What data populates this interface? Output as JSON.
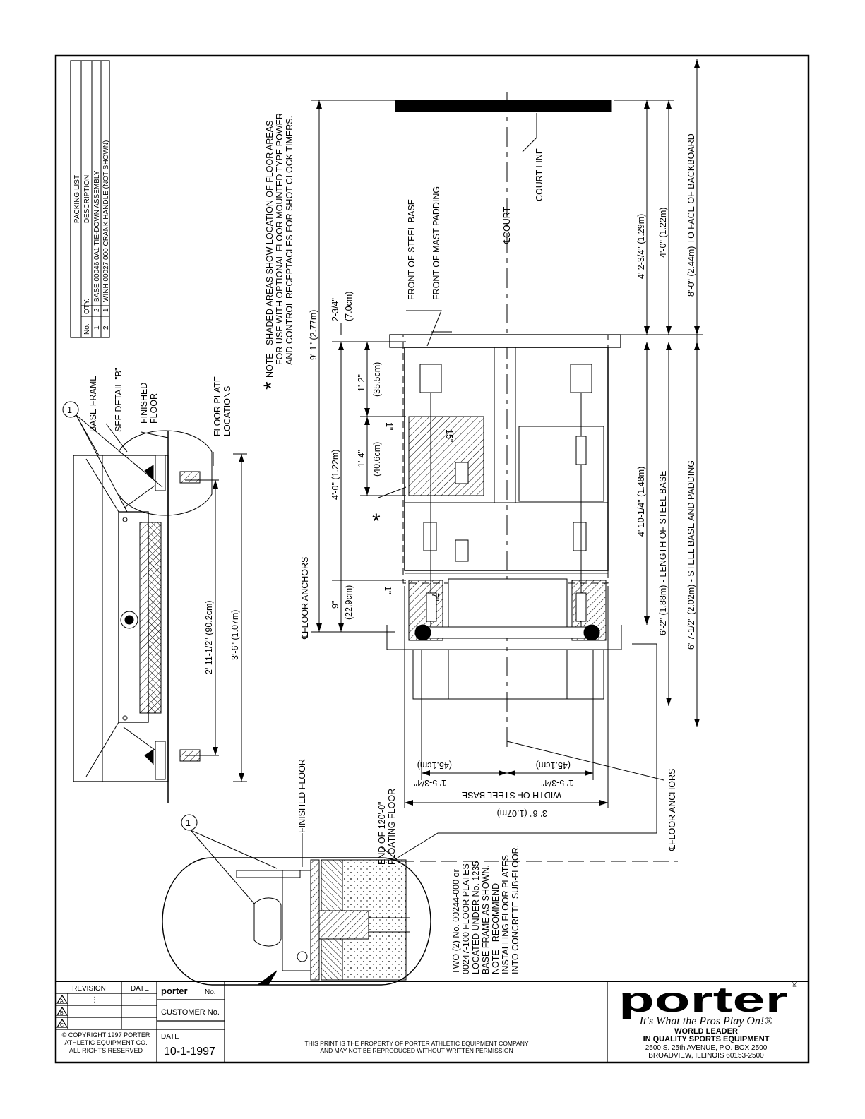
{
  "packing_list": {
    "title": "PACKING LIST",
    "headers": {
      "no": "No.",
      "qty": "QTY.",
      "desc": "DESCRIPTION"
    },
    "rows": [
      {
        "no": "1",
        "qty": "2",
        "desc": "BASE 00046 0A1  TIE-DOWN ASSEMBLY"
      },
      {
        "no": "2",
        "qty": "1",
        "desc": "WINH 00027 000  CRANK HANDLE (NOT SHOWN)"
      }
    ]
  },
  "note": {
    "asterisk": "*",
    "lines": [
      "NOTE - SHADED AREAS SHOW LOCATION OF FLOOR AREAS",
      "FOR USE WITH OPTIONAL FLOOR MOUNTED TYPE POWER",
      "AND CONTROL RECEPTACLES FOR SHOT CLOCK TIMERS."
    ]
  },
  "section_view": {
    "balloon": "1",
    "labels": {
      "base_frame": "BASE FRAME",
      "see_detail": "SEE DETAIL \"B\"",
      "finished_floor_1": "FINISHED",
      "finished_floor_2": "FLOOR",
      "floor_plate_1": "FLOOR PLATE",
      "floor_plate_2": "LOCATIONS"
    },
    "dims": {
      "inner": "2' 11-1/2\" (90.2cm)",
      "outer": "3'-6\" (1.07m)"
    }
  },
  "plan_view": {
    "labels": {
      "court_line": "COURT LINE",
      "court_cl": "℄COURT",
      "front_mast": "FRONT OF MAST PADDING",
      "front_base": "FRONT OF STEEL BASE",
      "floor_anchors_top": "℄FLOOR ANCHORS",
      "floor_anchors_bottom": "℄FLOOR ANCHORS",
      "asterisk": "*",
      "end_floor_1": "END OF 120'-0\"",
      "end_floor_2": "FLOATING FLOOR",
      "width_label": "WIDTH OF STEEL BASE",
      "shade_15": "15\"",
      "shade_7": "7\"",
      "mark_1a": "1\"",
      "mark_1b": "1\""
    },
    "dims": {
      "d_9ft1": "9'-1\" (2.77m)",
      "d_4ft0": "4'-0\" (1.22m)",
      "d_1ft2": "1'-2\"",
      "d_35cm": "(35.5cm)",
      "d_1ft4": "1'-4\"",
      "d_40cm": "(40.6cm)",
      "d_9in": "9\"",
      "d_22cm": "(22.9cm)",
      "d_234": "2-3/4\"",
      "d_7cm": "(7.0cm)",
      "d_4ft234": "4' 2-3/4\" (1.29m)",
      "d_4ft0b": "4'-0\" (1.22m)",
      "d_8ft": "8'-0\" (2.44m) TO FACE OF BACKBOARD",
      "d_4ft1014": "4' 10-1/4\" (1.48m)",
      "d_6ft2": "6'-2\" (1.88m) - LENGTH OF STEEL BASE",
      "d_6ft712": "6' 7-1/2\" (2.02m) - STEEL BASE AND PADDING",
      "d_1ft534a": "1' 5-3/4\"",
      "d_45a": "(45.1cm)",
      "d_1ft534b": "1' 5-3/4\"",
      "d_45b": "(45.1cm)",
      "d_3ft6": "3'-6\" (1.07m)"
    }
  },
  "detail_b": {
    "balloon": "1",
    "finished_floor": "FINISHED FLOOR",
    "note_lines": [
      "TWO (2) No. 00244-000 or",
      "00247-100 FLOOR PLATES",
      "LOCATED UNDER No. 1235",
      "BASE FRAME AS SHOWN.",
      "NOTE - RECOMMEND",
      "INSTALLING FLOOR PLATES",
      "INTO CONCRETE SUB-FLOOR."
    ]
  },
  "title_block": {
    "revision_header": "REVISION",
    "date_header": "DATE",
    "rev_marks": [
      "A",
      "B",
      "C"
    ],
    "rev_values": [
      "⋮",
      "",
      ""
    ],
    "date_values": [
      "·",
      "",
      ""
    ],
    "copyright_lines": [
      "© COPYRIGHT 1997 PORTER",
      "ATHLETIC EQUIPMENT CO.",
      "ALL RIGHTS RESERVED"
    ],
    "porter_no_brand": "porter",
    "porter_no_label": "No.",
    "customer_no_label": "CUSTOMER No.",
    "date_label": "DATE",
    "date_value": "10-1-1997",
    "property_lines": [
      "THIS PRINT IS THE PROPERTY OF PORTER ATHLETIC EQUIPMENT COMPANY",
      "AND MAY NOT BE REPRODUCED WITHOUT WRITTEN PERMISSION"
    ],
    "logo": "porter",
    "registered": "®",
    "tagline": "It's What the Pros Play On!®",
    "world_leader": "WORLD LEADER",
    "quality": "IN QUALITY SPORTS EQUIPMENT",
    "address1": "2500 S. 25th AVENUE, P.O. BOX 2500",
    "address2": "BROADVIEW, ILLINOIS  60153-2500"
  }
}
